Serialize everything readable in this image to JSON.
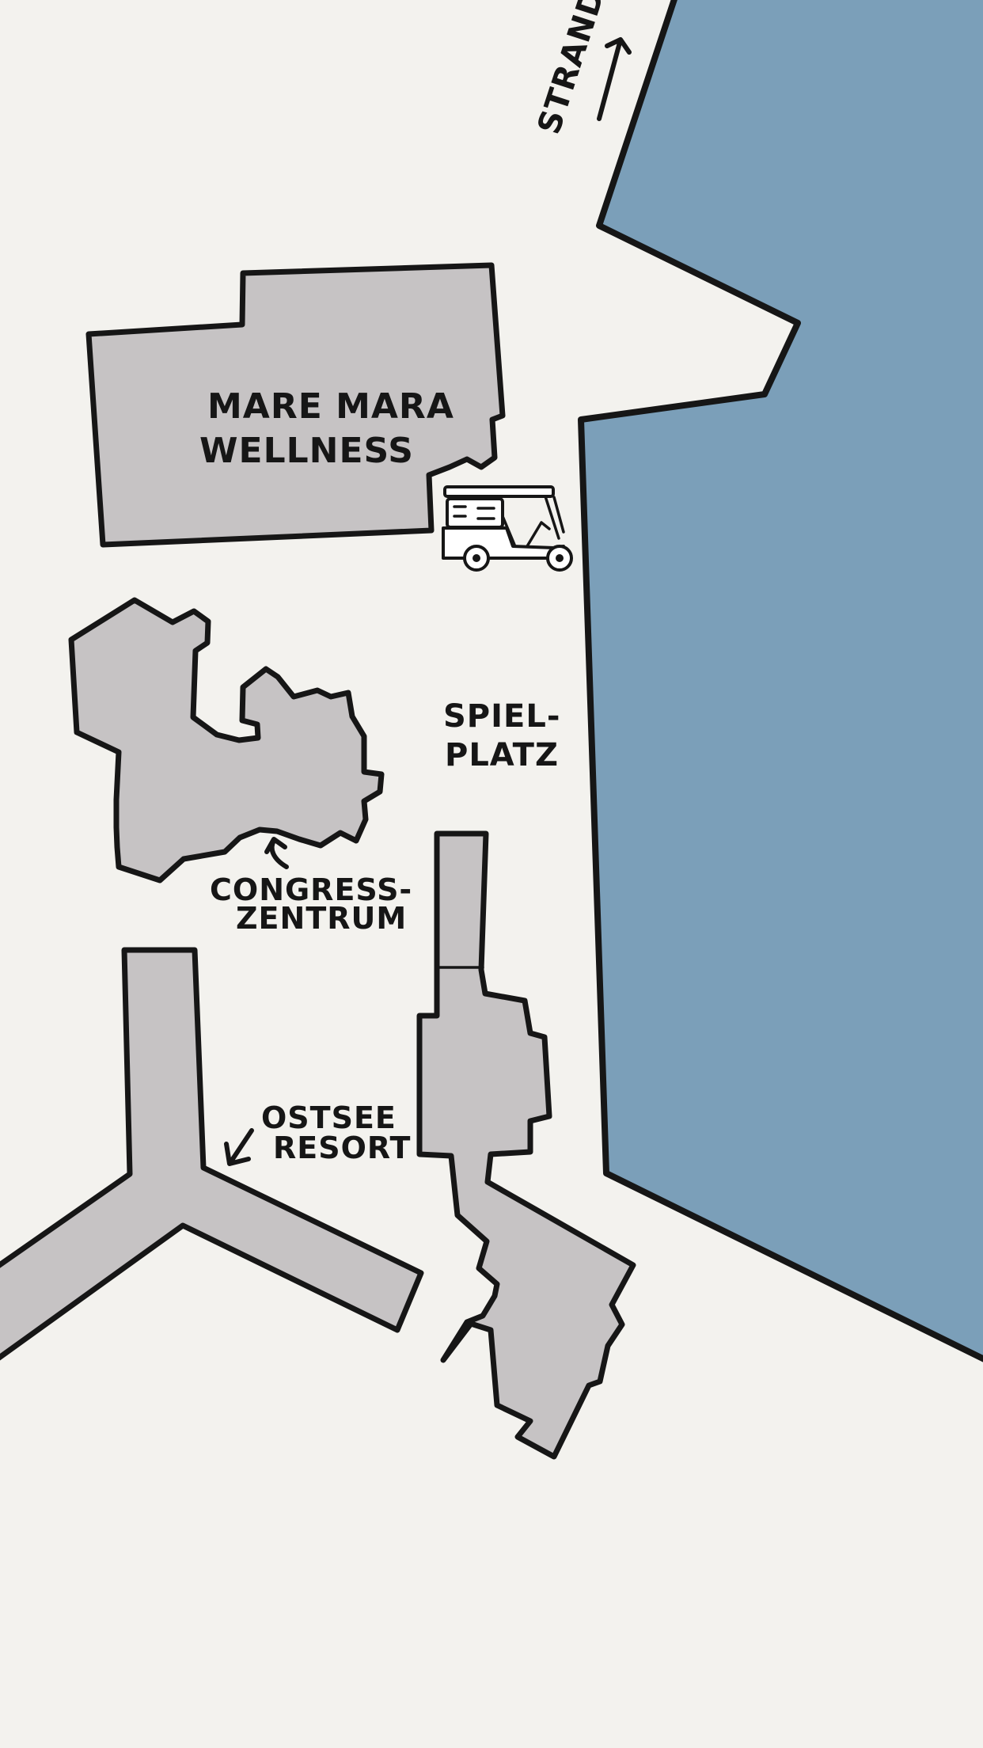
{
  "colors": {
    "background": "#f3f2ee",
    "water": "#7b9fb9",
    "building": "#c6c3c4",
    "ink": "#161616"
  },
  "labels": {
    "beach": "STRAND",
    "wellness_line1": "MARE MARA",
    "wellness_line2": "WELLNESS",
    "playground_line1": "SPIEL-",
    "playground_line2": "PLATZ",
    "congress_line1": "CONGRESS-",
    "congress_line2": "ZENTRUM",
    "resort_line1": "OSTSEE",
    "resort_line2": "RESORT"
  },
  "icons": {
    "beach_arrow": "arrow-up-right-icon",
    "tuk_tuk": "tuk-tuk-icon",
    "congress_arrow": "curved-arrow-up-icon",
    "resort_arrow": "arrow-down-left-icon"
  }
}
